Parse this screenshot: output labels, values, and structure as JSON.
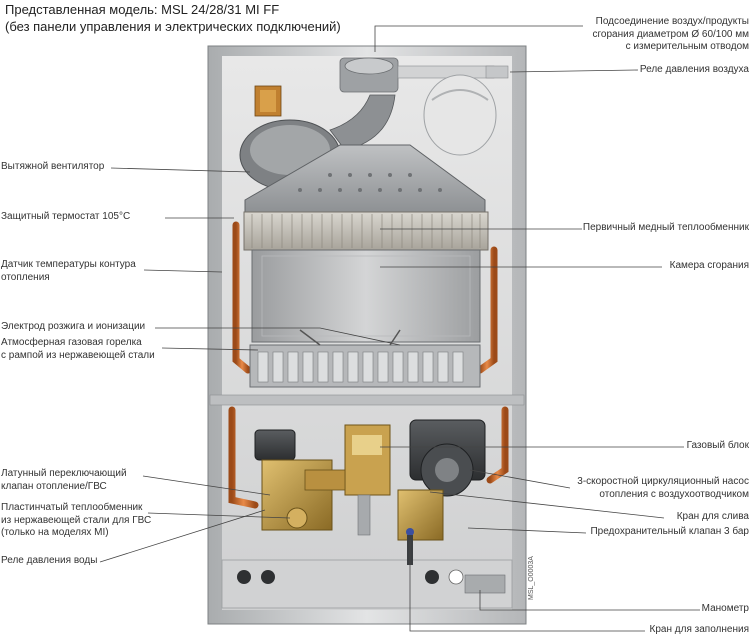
{
  "title": {
    "line1": "Представленная модель: MSL 24/28/31 MI FF",
    "line2": "(без панели управления и электрических подключений)"
  },
  "labels_left": [
    {
      "id": "fan",
      "lines": [
        "Вытяжной вентилятор"
      ]
    },
    {
      "id": "thermostat",
      "lines": [
        "Защитный термостат 105°С"
      ]
    },
    {
      "id": "temp_sensor",
      "lines": [
        "Датчик температуры контура",
        "отопления"
      ]
    },
    {
      "id": "electrode",
      "lines": [
        "Электрод розжига и ионизации"
      ]
    },
    {
      "id": "burner",
      "lines": [
        "Атмосферная газовая горелка",
        "с рампой из нержавеющей стали"
      ]
    },
    {
      "id": "valve_switch",
      "lines": [
        "Латунный переключающий",
        "клапан отопление/ГВС"
      ]
    },
    {
      "id": "plate_exchanger",
      "lines": [
        "Пластинчатый теплообменник",
        "из нержавеющей стали для ГВС",
        "(только на моделях MI)"
      ]
    },
    {
      "id": "water_switch",
      "lines": [
        "Реле давления воды"
      ]
    }
  ],
  "labels_right": [
    {
      "id": "flue",
      "lines": [
        "Подсоединение воздух/продукты",
        "сгорания диаметром Ø 60/100 мм",
        "с измерительным отводом"
      ]
    },
    {
      "id": "air_switch",
      "lines": [
        "Реле давления воздуха"
      ]
    },
    {
      "id": "copper_exchanger",
      "lines": [
        "Первичный медный теплообменник"
      ]
    },
    {
      "id": "chamber",
      "lines": [
        "Камера сгорания"
      ]
    },
    {
      "id": "gas_block",
      "lines": [
        "Газовый блок"
      ]
    },
    {
      "id": "pump",
      "lines": [
        "3-скоростной циркуляционный насос",
        "отопления с воздухоотводчиком"
      ]
    },
    {
      "id": "drain",
      "lines": [
        "Кран для слива"
      ]
    },
    {
      "id": "safety_valve",
      "lines": [
        "Предохранительный клапан 3 бар"
      ]
    },
    {
      "id": "manometer",
      "lines": [
        "Манометр"
      ]
    },
    {
      "id": "fill_tap",
      "lines": [
        "Кран для заполнения"
      ]
    }
  ],
  "image_code": "MSL_O0003A",
  "colors": {
    "leader": "#444444",
    "copper": "#d06a28",
    "brass": "#b8923a",
    "casing": "#d9dadb",
    "casing_dark": "#8f9295"
  }
}
